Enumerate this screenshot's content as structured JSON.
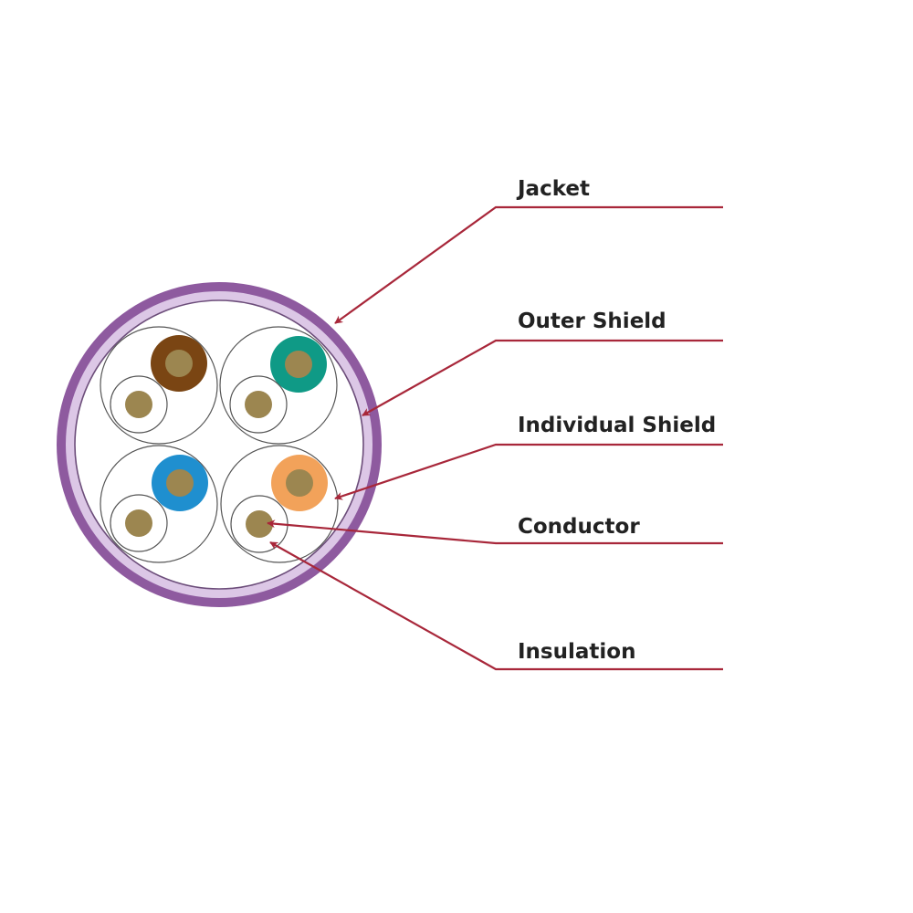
{
  "labels": {
    "jacket": "Jacket",
    "outer_shield": "Outer Shield",
    "individual_shield": "Individual Shield",
    "conductor": "Conductor",
    "insulation": "Insulation"
  },
  "colors": {
    "leader_line": "#a8273a",
    "jacket_outer": "#8e5a9f",
    "jacket_inner": "#dcc7e6",
    "outer_shield": "#6c4d7a",
    "shield_line": "#555555",
    "conductor": "#9c8650",
    "insulation_brown": "#7a4513",
    "insulation_green": "#0f9a86",
    "insulation_blue": "#1f8fcf",
    "insulation_orange": "#f2a25a",
    "insulation_white": "#ffffff"
  },
  "pairs": [
    {
      "name": "brown",
      "colored": "insulation_brown"
    },
    {
      "name": "green",
      "colored": "insulation_green"
    },
    {
      "name": "blue",
      "colored": "insulation_blue"
    },
    {
      "name": "orange",
      "colored": "insulation_orange"
    }
  ]
}
